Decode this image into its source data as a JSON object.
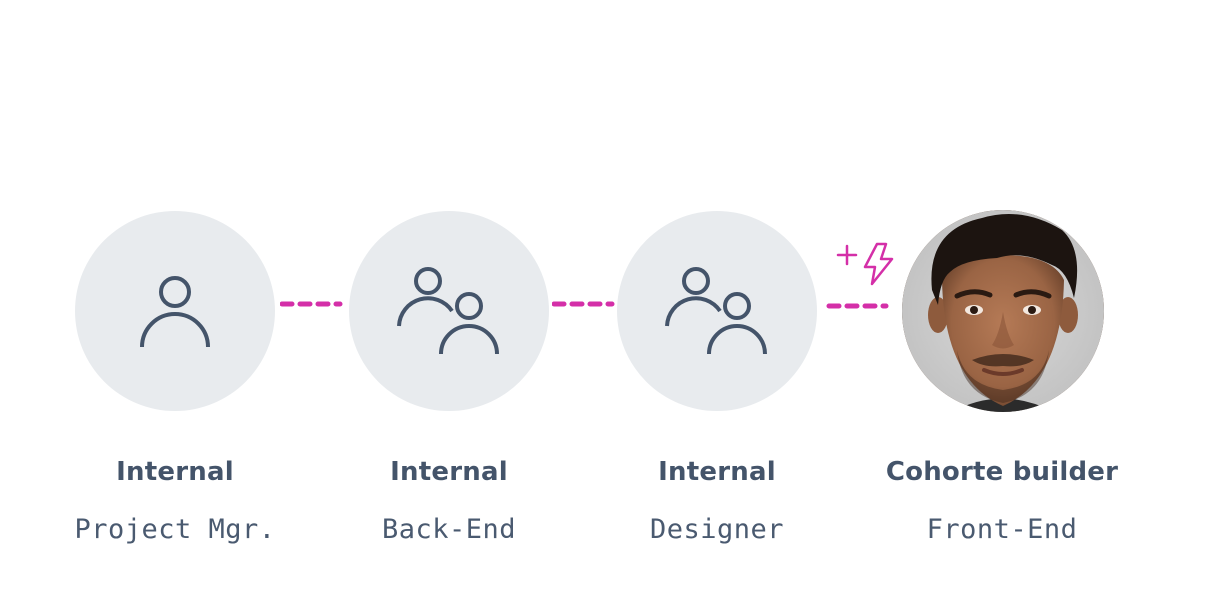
{
  "colors": {
    "circle_bg": "#e8ebee",
    "icon_stroke": "#44546a",
    "title_text": "#44546a",
    "subtitle_text": "#4a5a70",
    "connector": "#d42fa8",
    "accent": "#d42fa8"
  },
  "nodes": [
    {
      "title": "Internal",
      "subtitle": "Project Mgr.",
      "icon": "user-icon"
    },
    {
      "title": "Internal",
      "subtitle": "Back-End",
      "icon": "users-icon"
    },
    {
      "title": "Internal",
      "subtitle": "Designer",
      "icon": "users-icon"
    },
    {
      "title": "Cohorte builder",
      "subtitle": "Front-End",
      "icon": "person-photo"
    }
  ],
  "badge": {
    "plus": "+",
    "icon": "lightning-bolt-icon"
  }
}
